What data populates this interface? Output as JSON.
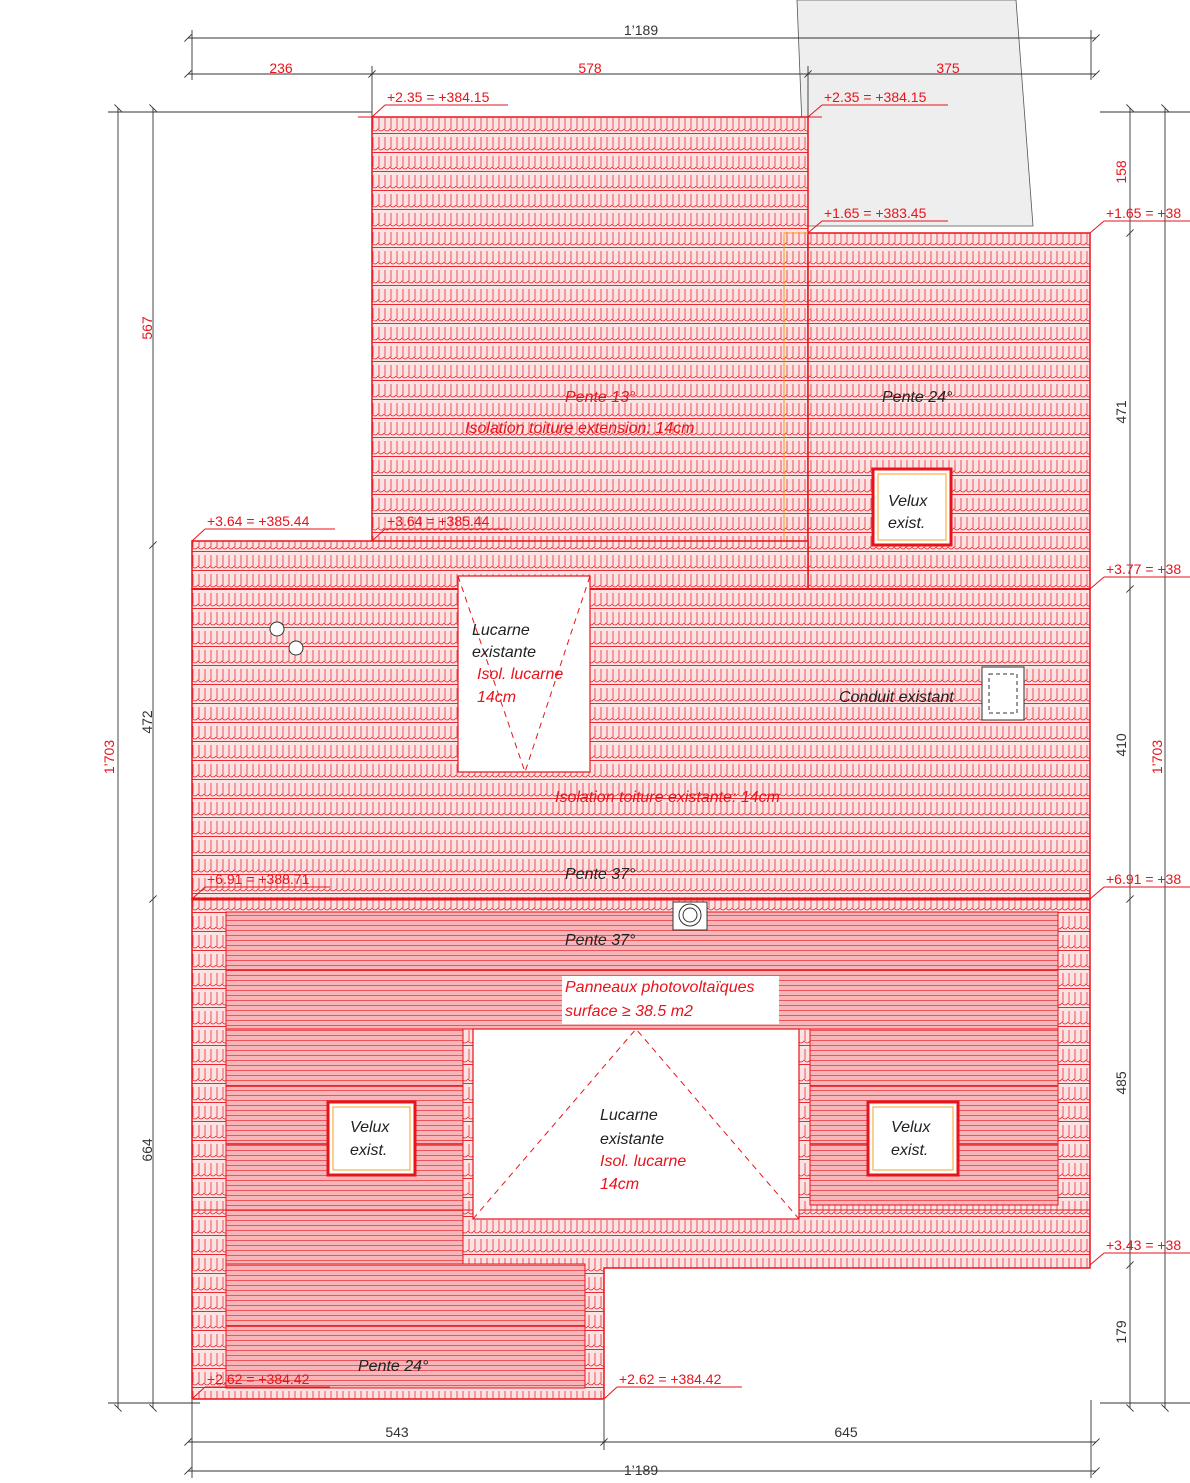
{
  "colors": {
    "roof": "#e8131b",
    "roof_fill": "#f7b8ba",
    "panel_fill": "#f59a9e",
    "dimension_grey": "#333333",
    "neighbour_fill": "#eeeeee",
    "ridge_yellow": "#f3a21b"
  },
  "dimensions": {
    "top_total": "1’189",
    "top_segments": [
      "236",
      "578",
      "375"
    ],
    "bottom_segments": [
      "543",
      "645"
    ],
    "bottom_total": "1’189",
    "left_red": [
      "567",
      "1’703"
    ],
    "left_grey": [
      "472",
      "664"
    ],
    "right_grey": [
      "158",
      "471",
      "410",
      "485",
      "179"
    ],
    "right_red": "1’703"
  },
  "levels": {
    "ridge_left_top": "+2.35 = +384.15",
    "ridge_right_top": "+2.35 = +384.15",
    "eave_right_upper": "+1.65 = +383.45",
    "edge_right_1": "+1.65 = +38",
    "upper_left_1": "+3.64 = +385.44",
    "upper_left_2": "+3.64 = +385.44",
    "edge_right_2": "+3.77 = +38",
    "ridge_main": "+6.91 = +388.71",
    "edge_right_3": "+6.91 = +38",
    "edge_right_4": "+3.43 = +38",
    "bottom_left": "+2.62 = +384.42",
    "bottom_mid": "+2.62 = +384.42"
  },
  "notes": {
    "slope_13": "Pente 13°",
    "insulation_extension": "Isolation toiture extension: 14cm",
    "slope_24_upper": "Pente 24°",
    "velux_top": [
      "Velux",
      "exist."
    ],
    "dormer_upper": [
      "Lucarne",
      "existante"
    ],
    "dormer_upper_insul": [
      "Isol. lucarne",
      "14cm"
    ],
    "flue": "Conduit existant",
    "insulation_existing": "Isolation toiture existante: 14cm",
    "slope_37_a": "Pente 37°",
    "slope_37_b": "Pente 37°",
    "pv_panels": [
      "Panneaux photovoltaïques",
      "surface ≥ 38.5 m2"
    ],
    "dormer_lower": [
      "Lucarne",
      "existante"
    ],
    "dormer_lower_insul": [
      "Isol. lucarne",
      "14cm"
    ],
    "velux_left": [
      "Velux",
      "exist."
    ],
    "velux_right": [
      "Velux",
      "exist."
    ],
    "slope_24_lower": "Pente 24°"
  }
}
